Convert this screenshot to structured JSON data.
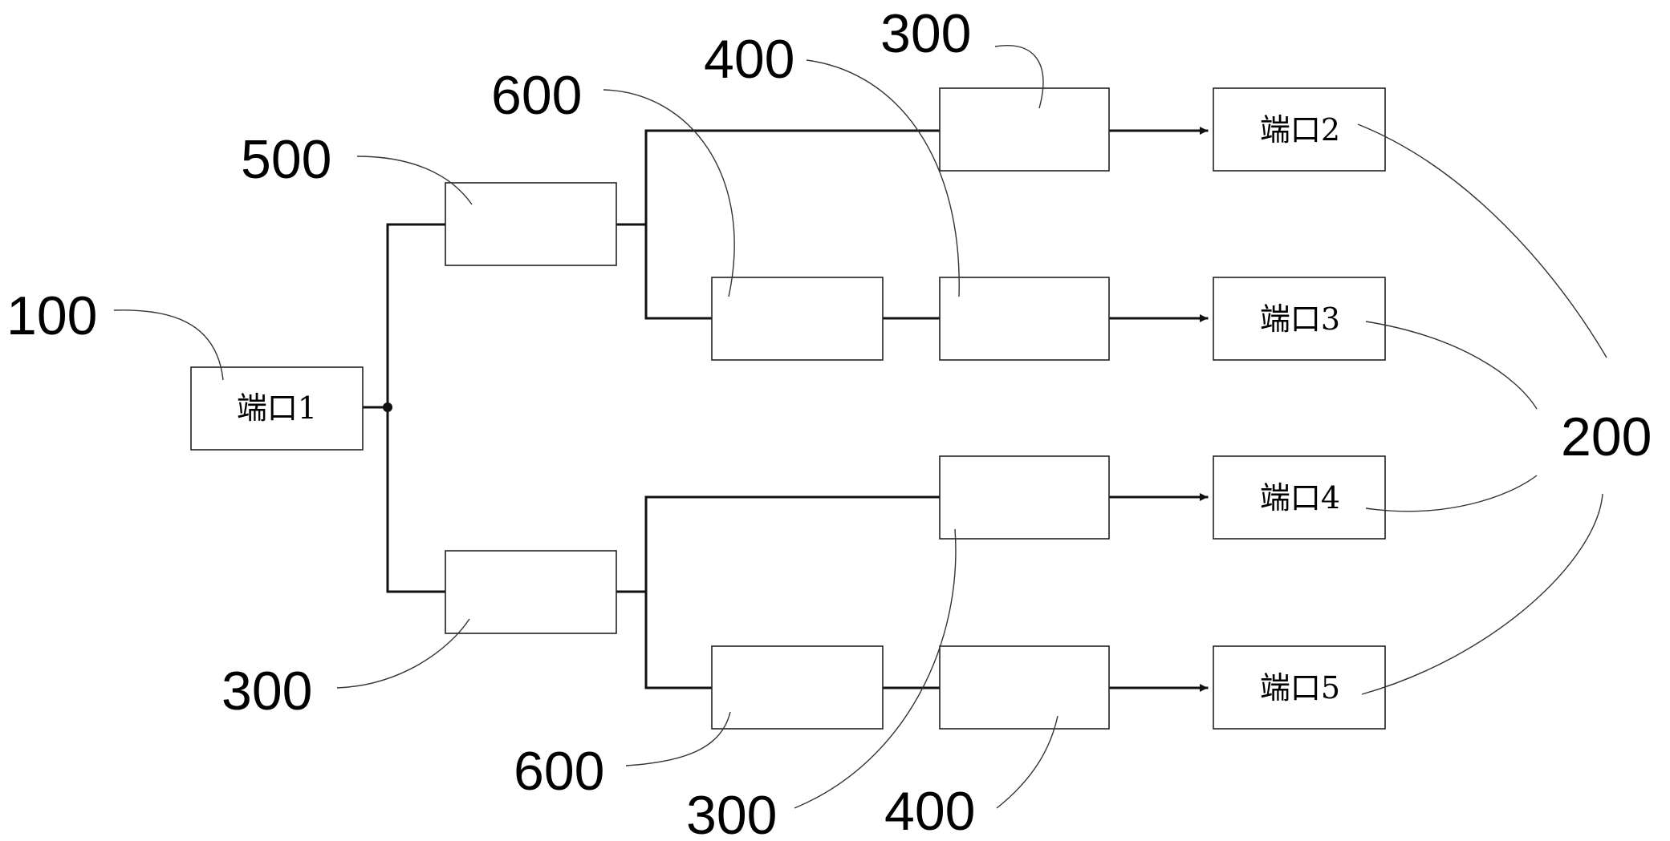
{
  "ports": {
    "p1": "端口1",
    "p2": "端口2",
    "p3": "端口3",
    "p4": "端口4",
    "p5": "端口5"
  },
  "labels": {
    "n100": "100",
    "n200": "200",
    "n500": "500",
    "n600_top": "600",
    "n400_top": "400",
    "n300_top": "300",
    "n300_left": "300",
    "n600_bottom": "600",
    "n300_bottom": "300",
    "n400_bottom": "400"
  }
}
